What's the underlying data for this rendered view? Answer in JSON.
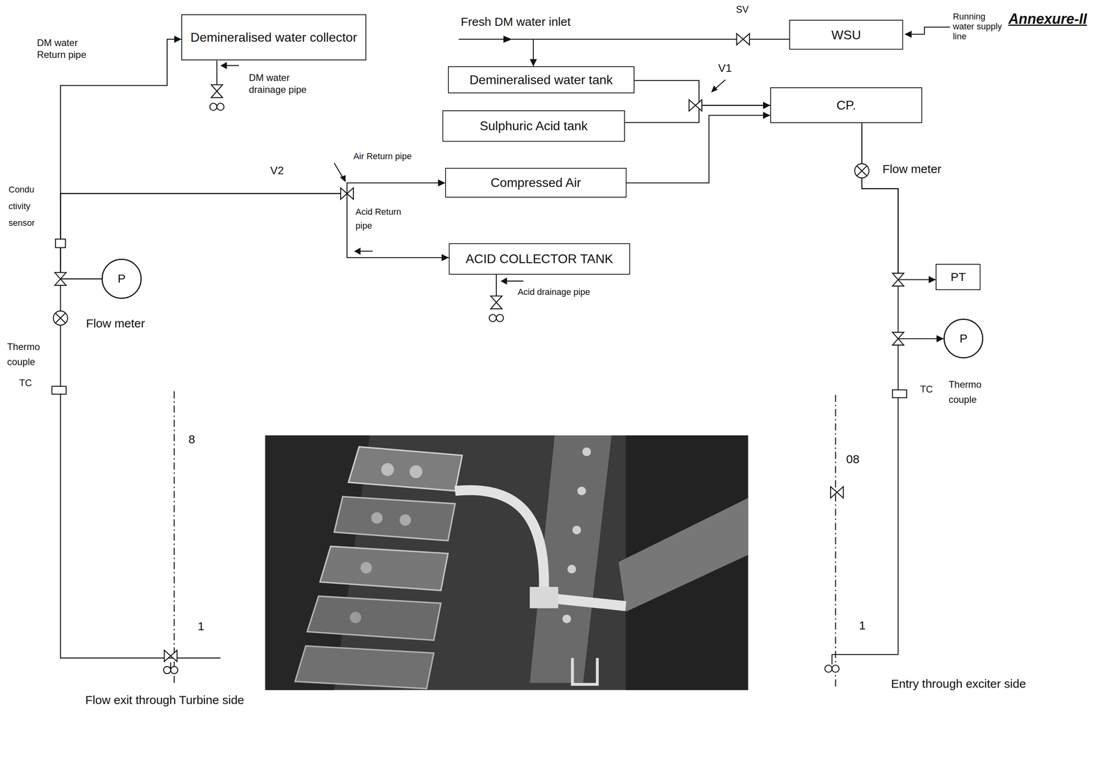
{
  "diagram": {
    "nodes": [
      {
        "text": [
          "Demineralised water collector"
        ]
      },
      {
        "text": [
          "WSU"
        ]
      },
      {
        "text": [
          "Demineralised water tank"
        ]
      },
      {
        "text": [
          "Sulphuric Acid tank"
        ]
      },
      {
        "text": [
          "CP."
        ]
      },
      {
        "text": [
          "Compressed Air"
        ]
      },
      {
        "text": [
          "ACID COLLECTOR TANK"
        ]
      },
      {
        "text": [
          "PT"
        ]
      },
      {
        "text": [
          "P"
        ]
      },
      {
        "text": [
          "P"
        ]
      }
    ],
    "edges": [
      {
        "from": 1,
        "to": 2,
        "arrow": "to"
      },
      {
        "from": 2,
        "to": 4,
        "arrow": "to"
      },
      {
        "from": 3,
        "to": 4,
        "arrow": "to"
      },
      {
        "from": 5,
        "to": 4,
        "arrow": "to"
      },
      {
        "from": 4,
        "to": 7,
        "arrow": "to"
      },
      {
        "from": 4,
        "to": 9,
        "arrow": "to"
      },
      {
        "from": 8,
        "to": 0,
        "arrow": "to"
      },
      {
        "from": 8,
        "to": 5,
        "arrow": "to"
      },
      {
        "from": 8,
        "to": 6,
        "arrow": "to"
      }
    ],
    "labels": [
      "Annexure-II",
      "DM water Return pipe",
      "DM water drainage pipe",
      "Fresh DM water inlet",
      "SV",
      "Running water supply line",
      "V1",
      "V2",
      "Air Return pipe",
      "Acid Return pipe",
      "Acid drainage pipe",
      "Condu ctivity sensor",
      "Flow meter",
      "Thermo couple",
      "TC",
      "Flow meter",
      "TC",
      "Thermo couple",
      "8",
      "1",
      "08",
      "1",
      "Flow exit through Turbine side",
      "Entry through exciter side"
    ]
  }
}
